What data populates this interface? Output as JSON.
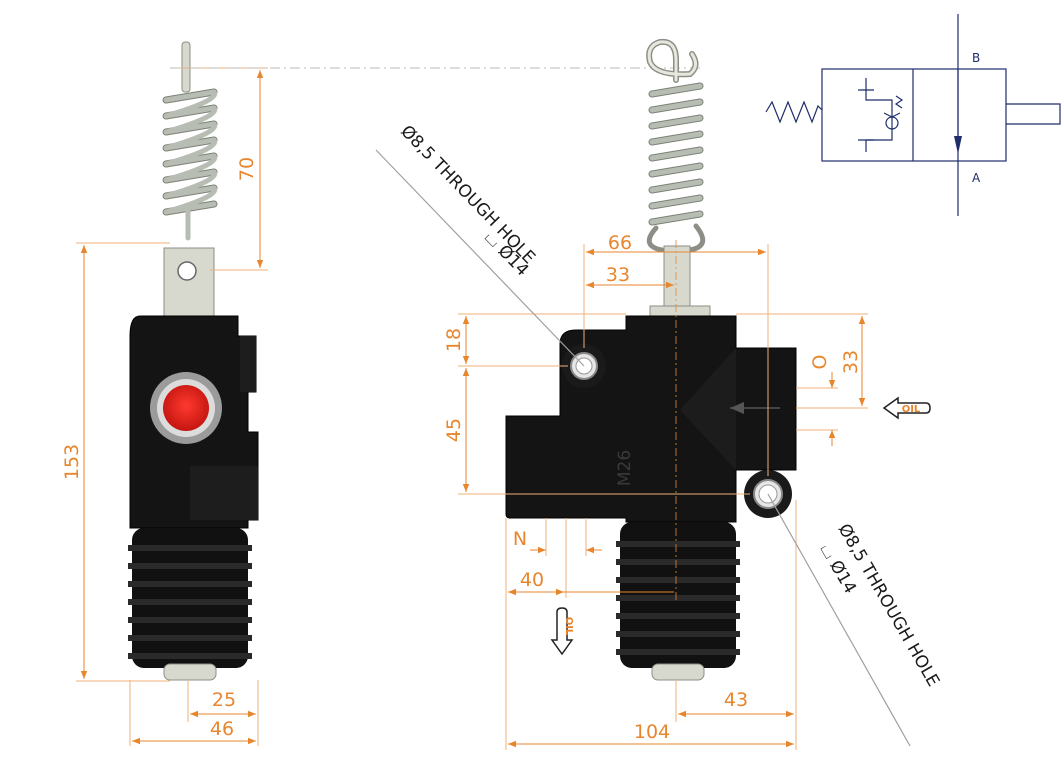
{
  "dimensions": {
    "d70": "70",
    "d153": "153",
    "d25": "25",
    "d46": "46",
    "d66": "66",
    "d33_top": "33",
    "d18": "18",
    "d45": "45",
    "d33_right": "33",
    "dO": "O",
    "dN": "N",
    "d40": "40",
    "d43": "43",
    "d104": "104"
  },
  "notes": {
    "hole_top_line1": "Ø8,5 THROUGH HOLE",
    "hole_top_line2": "⌴ Ø14",
    "hole_bottom_line1": "Ø8,5 THROUGH HOLE",
    "hole_bottom_line2": "⌴ Ø14"
  },
  "body_marking": "M26",
  "oil_labels": {
    "right": "OIL",
    "bottom": "OIL"
  },
  "hydraulic_symbol": {
    "port_b": "B",
    "port_a": "A",
    "line_color": "#1f2d6b"
  },
  "colors": {
    "dimension": "#e8862e",
    "body": "#141414",
    "plug": "#e0201a",
    "spring": "#b8bdb3"
  }
}
